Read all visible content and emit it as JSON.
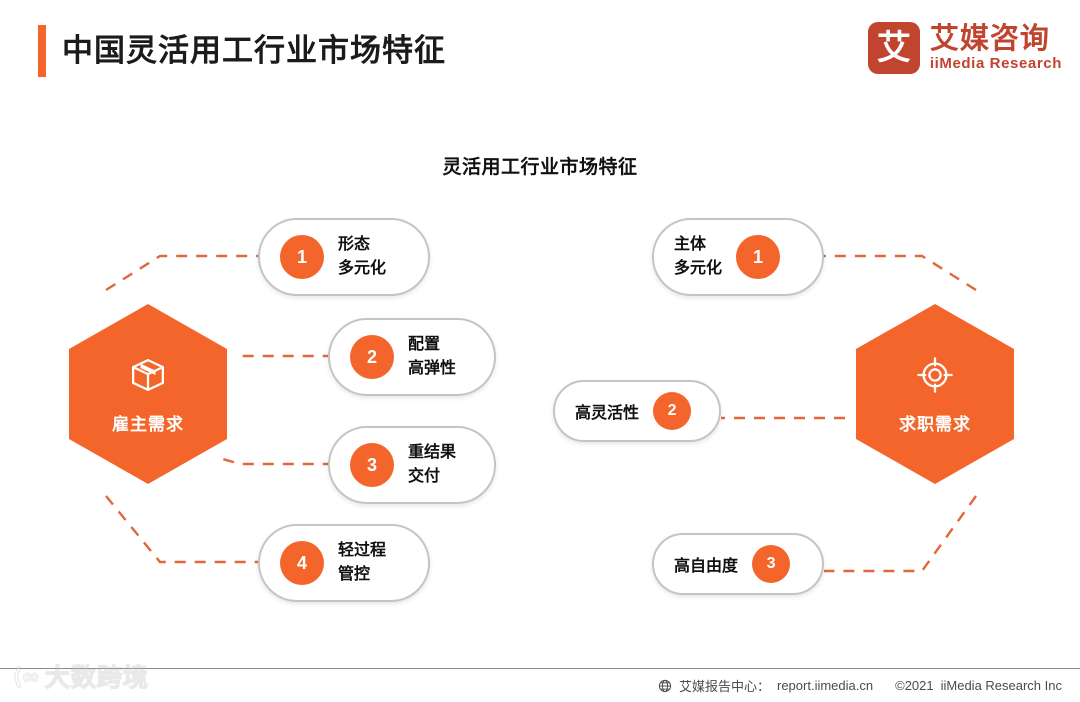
{
  "header": {
    "title": "中国灵活用工行业市场特征",
    "accent_color": "#F4652B",
    "logo": {
      "mark_glyph": "艾",
      "name_cn": "艾媒咨询",
      "name_en": "iiMedia Research",
      "color": "#C0442E"
    }
  },
  "chart_subtitle": "灵活用工行业市场特征",
  "diagram": {
    "type": "radial-hub-and-spoke",
    "hubs": [
      {
        "id": "employer",
        "label": "雇主需求",
        "icon": "package-box-icon",
        "side": "left",
        "color": "#F4652B"
      },
      {
        "id": "jobseeker",
        "label": "求职需求",
        "icon": "target-crosshair-icon",
        "side": "right",
        "color": "#F4652B"
      }
    ],
    "left_items": [
      {
        "num": "1",
        "line1": "形态",
        "line2": "多元化"
      },
      {
        "num": "2",
        "line1": "配置",
        "line2": "高弹性"
      },
      {
        "num": "3",
        "line1": "重结果",
        "line2": "交付"
      },
      {
        "num": "4",
        "line1": "轻过程",
        "line2": "管控"
      }
    ],
    "right_items": [
      {
        "num": "1",
        "line1": "主体",
        "line2": "多元化"
      },
      {
        "num": "2",
        "line1": "高灵活性",
        "line2": ""
      },
      {
        "num": "3",
        "line1": "高自由度",
        "line2": ""
      }
    ]
  },
  "footer": {
    "icon": "globe-icon",
    "source_label": "艾媒报告中心：",
    "source_url": "report.iimedia.cn",
    "copyright": "©2021",
    "company": "iiMedia Research Inc"
  },
  "watermark": {
    "mark": "⟨∞",
    "text": "大数跨境"
  }
}
